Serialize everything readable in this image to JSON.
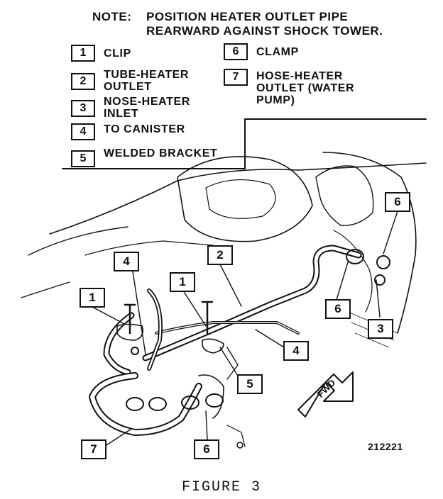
{
  "note": {
    "label": "NOTE:",
    "line1": "POSITION HEATER OUTLET PIPE",
    "line2": "REARWARD AGAINST SHOCK TOWER."
  },
  "legend": [
    {
      "num": "1",
      "text": "CLIP"
    },
    {
      "num": "2",
      "text": "TUBE-HEATER\nOUTLET"
    },
    {
      "num": "3",
      "text": "NOSE-HEATER\nINLET"
    },
    {
      "num": "4",
      "text": "TO CANISTER"
    },
    {
      "num": "5",
      "text": "WELDED BRACKET"
    },
    {
      "num": "6",
      "text": "CLAMP"
    },
    {
      "num": "7",
      "text": "HOSE-HEATER\nOUTLET (WATER\nPUMP)"
    }
  ],
  "callouts": [
    "4",
    "1",
    "2",
    "1",
    "6",
    "3",
    "4",
    "5",
    "6",
    "7",
    "6"
  ],
  "fwd_label": "FWD",
  "figure_number": "212221",
  "caption": "FIGURE 3"
}
